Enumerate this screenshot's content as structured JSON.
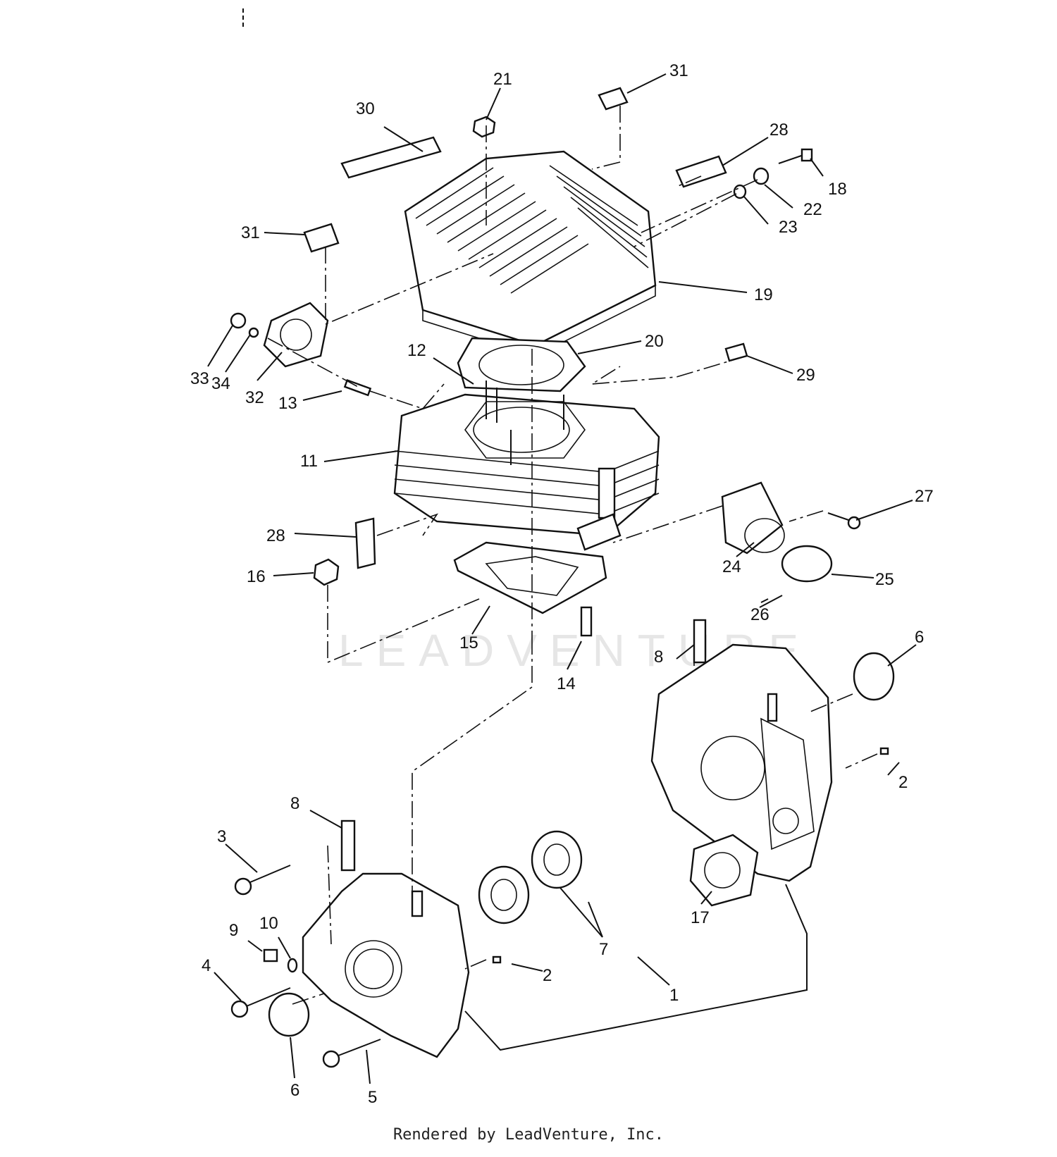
{
  "footer": "Rendered by LeadVenture, Inc.",
  "watermark": "LEADVENTURE",
  "callouts": [
    "1",
    "2",
    "2",
    "3",
    "4",
    "5",
    "6",
    "6",
    "7",
    "8",
    "8",
    "9",
    "10",
    "11",
    "12",
    "13",
    "14",
    "15",
    "16",
    "17",
    "18",
    "19",
    "20",
    "21",
    "22",
    "23",
    "24",
    "25",
    "26",
    "27",
    "28",
    "28",
    "29",
    "30",
    "31",
    "31",
    "32",
    "33",
    "34"
  ]
}
